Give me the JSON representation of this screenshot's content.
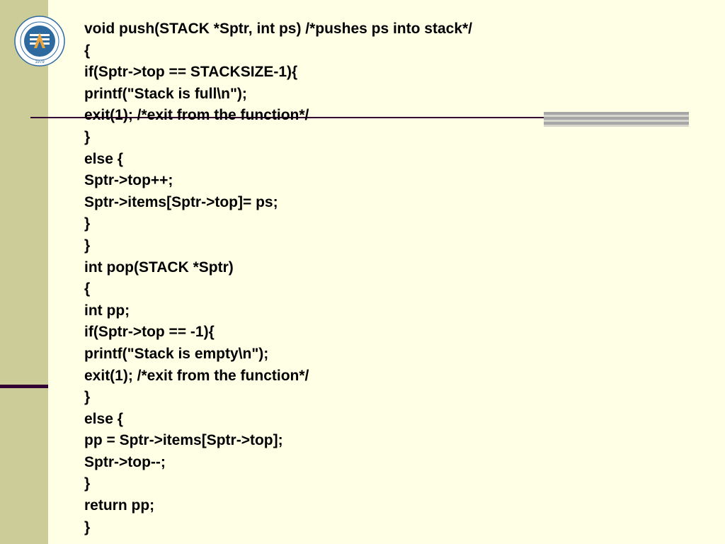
{
  "slide": {
    "code_lines": [
      "void push(STACK *Sptr, int ps) /*pushes ps into stack*/",
      "{",
      "if(Sptr->top == STACKSIZE-1){",
      "printf(\"Stack is full\\n\");",
      "exit(1); /*exit from the function*/",
      "}",
      "else {",
      "Sptr->top++;",
      "Sptr->items[Sptr->top]= ps;",
      "}",
      "}",
      "int pop(STACK *Sptr)",
      "{",
      "int pp;",
      "if(Sptr->top == -1){",
      "printf(\"Stack is empty\\n\");",
      "exit(1); /*exit from the function*/",
      "}",
      "else {",
      "pp = Sptr->items[Sptr->top];",
      "Sptr->top--;",
      "}",
      "return pp;",
      "}"
    ]
  },
  "logo": {
    "year": "1979",
    "icon": "university-emblem-icon"
  },
  "colors": {
    "background": "#ffffe6",
    "sidebar": "#cccc99",
    "rule": "#330033",
    "logo_blue": "#2d6aa0",
    "logo_orange": "#e8a33c"
  }
}
